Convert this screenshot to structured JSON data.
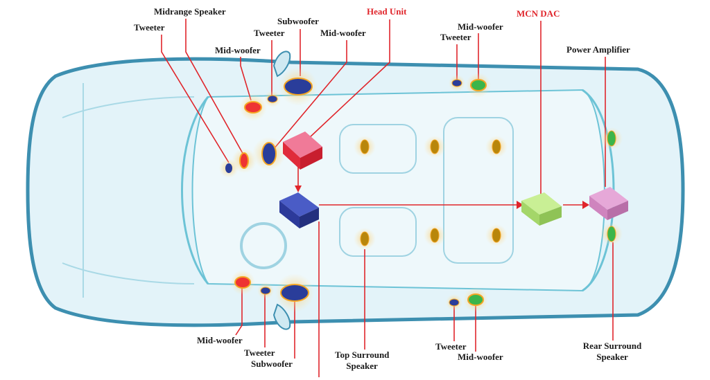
{
  "colors": {
    "leader": "#e0252b",
    "car_fill": "#dff1f8",
    "car_stroke": "#4aa6c4",
    "head_unit": "#e8607f",
    "processor": "#3b4fb5",
    "dac": "#b6e27a",
    "amplifier": "#d98ac6"
  },
  "labels": {
    "midrange_speaker": "Midrange Speaker",
    "tweeter_front_left_far": "Tweeter",
    "subwoofer_top": "Subwoofer",
    "tweeter_top": "Tweeter",
    "midwoofer_top_right": "Mid-woofer",
    "midwoofer_top_left": "Mid-woofer",
    "head_unit": "Head Unit",
    "mcn_dac": "MCN DAC",
    "midwoofer_rear_top": "Mid-woofer",
    "tweeter_rear_top": "Tweeter",
    "power_amplifier": "Power Amplifier",
    "midwoofer_bottom": "Mid-woofer",
    "tweeter_bottom": "Tweeter",
    "subwoofer_bottom": "Subwoofer",
    "top_surround_1": "Top Surround",
    "top_surround_2": "Speaker",
    "tweeter_rear_bottom": "Tweeter",
    "midwoofer_rear_bottom": "Mid-woofer",
    "rear_surround_1": "Rear Surround",
    "rear_surround_2": "Speaker"
  }
}
